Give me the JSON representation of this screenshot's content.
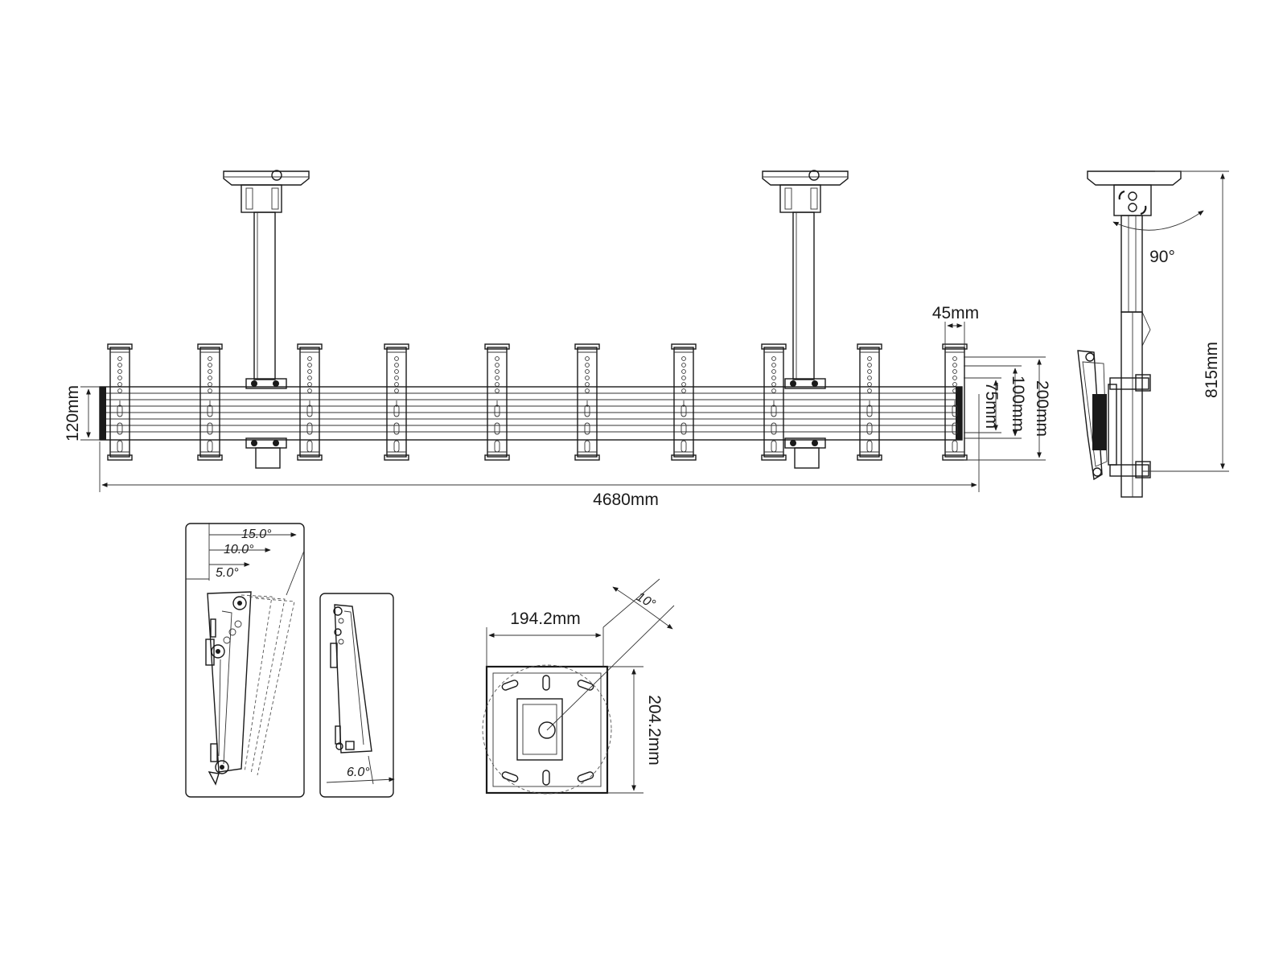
{
  "dimensions": {
    "total_width": "4680mm",
    "bar_height": "120mm",
    "arm_width": "45mm",
    "pitch_75": "75mm",
    "pitch_100": "100mm",
    "pitch_200": "200mm",
    "total_height": "815mm",
    "rotation": "90°",
    "tilt_15": "15.0°",
    "tilt_10": "10.0°",
    "tilt_5": "5.0°",
    "tilt_6": "6.0°",
    "plate_width": "194.2mm",
    "plate_height": "204.2mm",
    "plate_angle": "10°"
  },
  "colors": {
    "line": "#1a1a1a",
    "background": "#ffffff"
  }
}
